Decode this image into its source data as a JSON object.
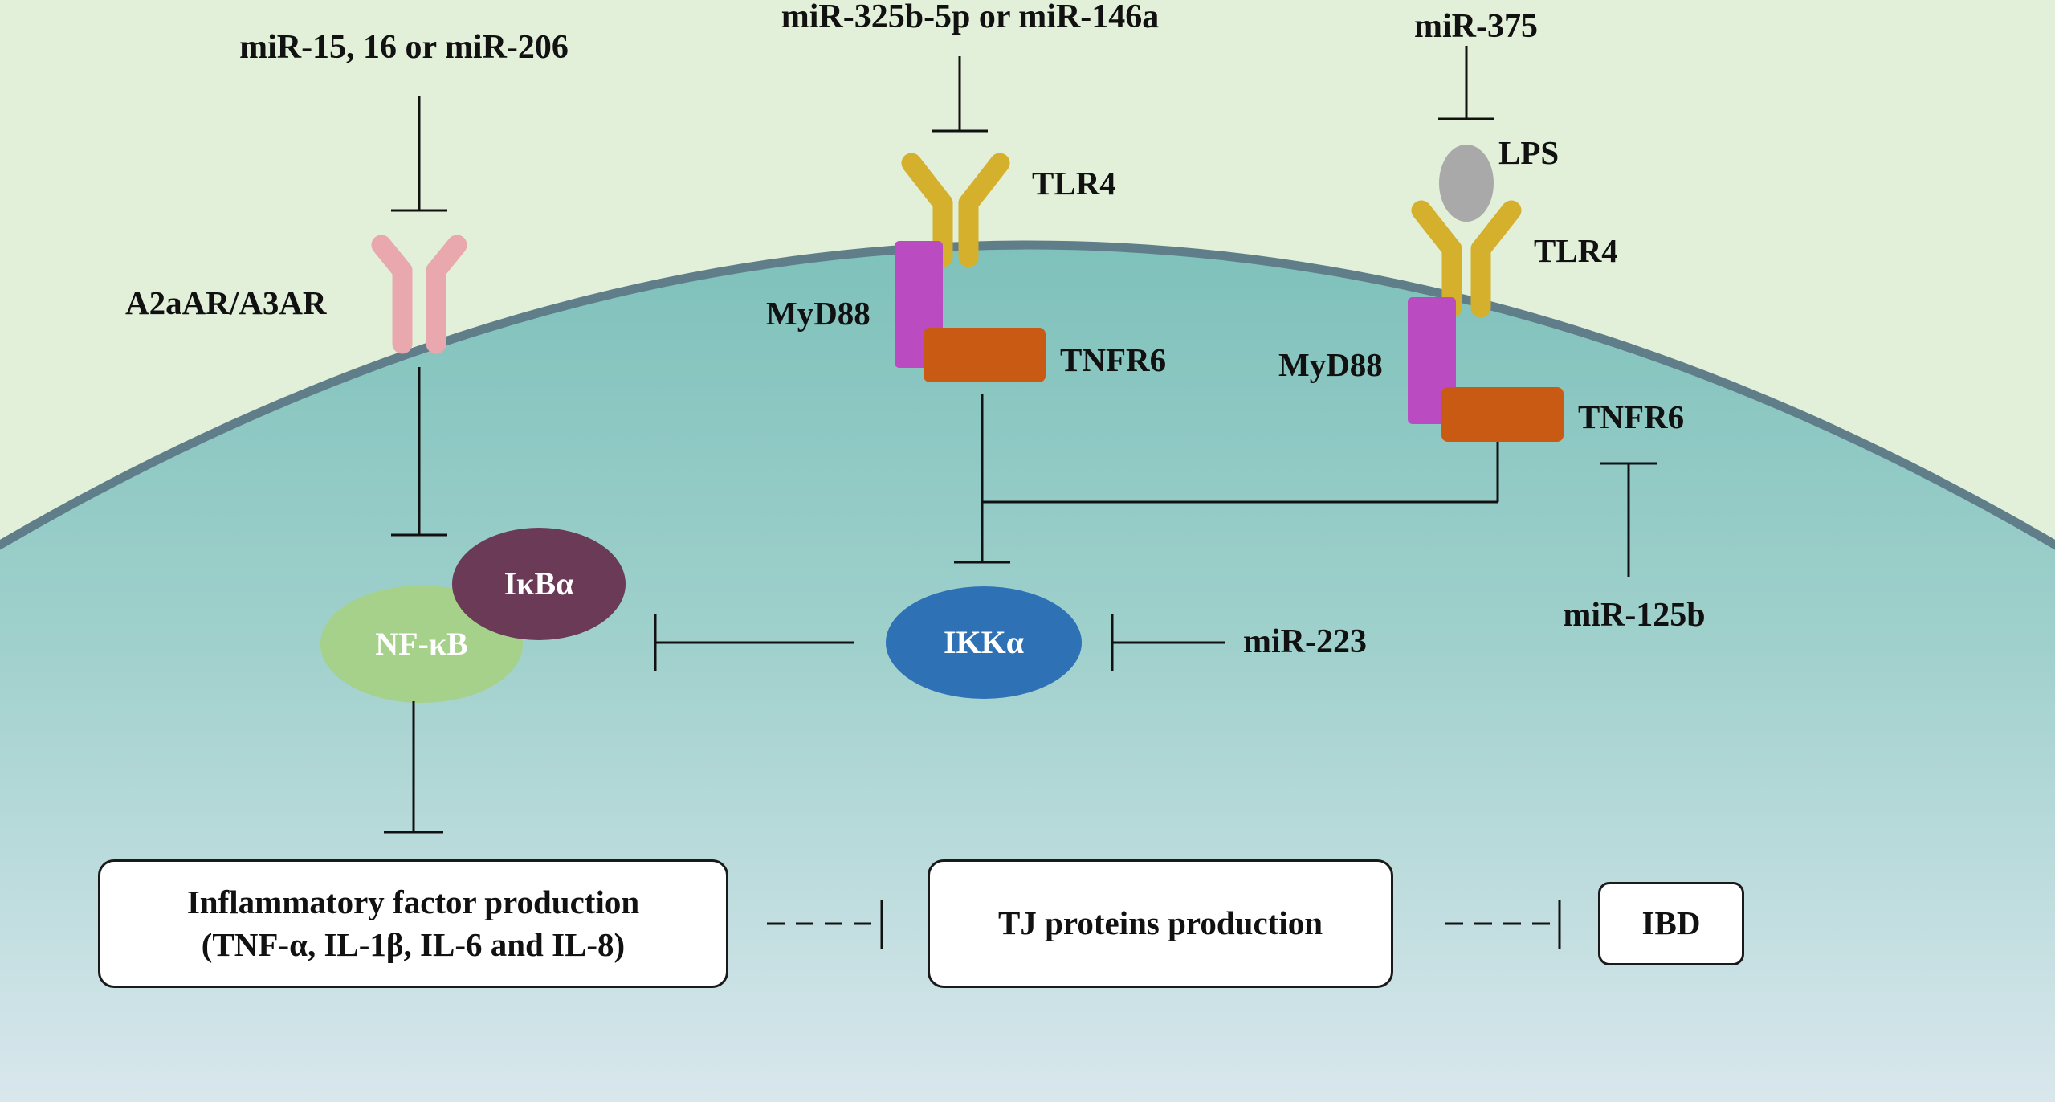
{
  "mirnas": {
    "mir15": "miR-15, 16 or miR-206",
    "mir325": "miR-325b-5p or miR-146a",
    "mir375": "miR-375",
    "mir223": "miR-223",
    "mir125b": "miR-125b"
  },
  "receptors": {
    "a2aar": "A2aAR/A3AR",
    "tlr4_a": "TLR4",
    "tlr4_b": "TLR4",
    "lps": "LPS",
    "myd88_a": "MyD88",
    "myd88_b": "MyD88",
    "tnfr6_a": "TNFR6",
    "tnfr6_b": "TNFR6"
  },
  "intracellular": {
    "ikba": "IκBα",
    "nfkb": "NF-κB",
    "ikka": "IKKα"
  },
  "outcomes": {
    "inflammatory_line1": "Inflammatory factor production",
    "inflammatory_line2": "(TNF-α, IL-1β, IL-6 and IL-8)",
    "tj": "TJ proteins production",
    "ibd": "IBD"
  },
  "colors": {
    "extracellular": "#e2efd9",
    "cell_top": "#7fc1bb",
    "cell_bottom": "#dbe8ee",
    "membrane": "#5f7e8a",
    "a2aar": "#e8a8ae",
    "tlr4": "#d4b02c",
    "myd88": "#bb4bc1",
    "tnfr6": "#c85a14",
    "lps": "#a9a9a9",
    "ikba": "#6b3a56",
    "nfkb": "#a6d18a",
    "ikka": "#2e72b5"
  }
}
